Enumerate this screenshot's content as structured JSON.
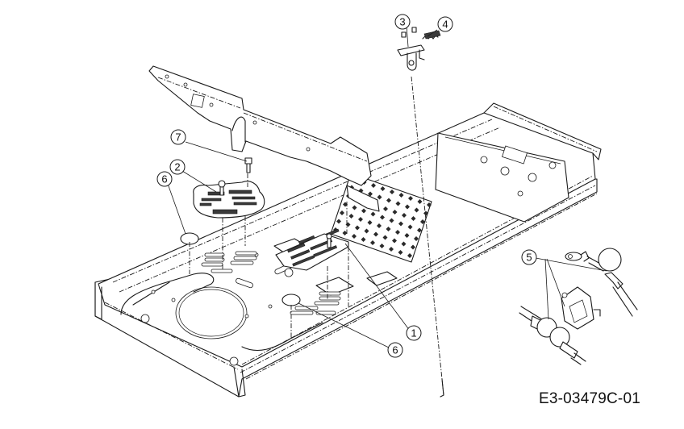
{
  "diagram": {
    "type": "exploded parts diagram",
    "subject": "mower chassis frame with floor plates and cabling",
    "drawing_code": "E3-03479C-01",
    "callouts": [
      {
        "id": "callout-1",
        "label": "1"
      },
      {
        "id": "callout-2",
        "label": "2"
      },
      {
        "id": "callout-3",
        "label": "3"
      },
      {
        "id": "callout-4",
        "label": "4"
      },
      {
        "id": "callout-5",
        "label": "5"
      },
      {
        "id": "callout-6a",
        "label": "6"
      },
      {
        "id": "callout-6b",
        "label": "6"
      },
      {
        "id": "callout-7",
        "label": "7"
      }
    ]
  }
}
